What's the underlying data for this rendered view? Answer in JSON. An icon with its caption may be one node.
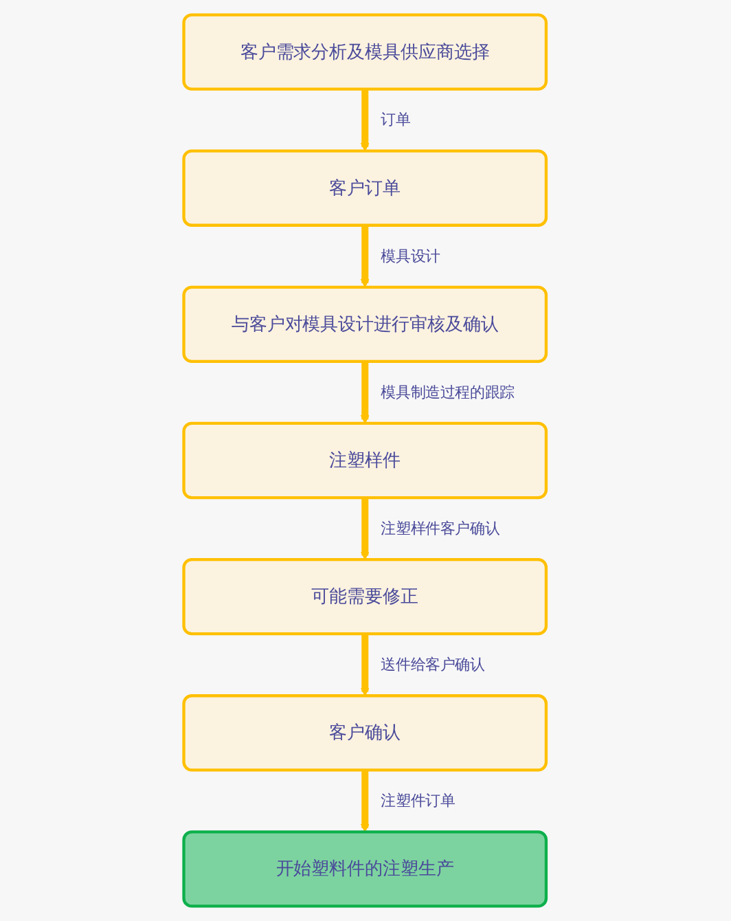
{
  "diagram": {
    "nodes": [
      {
        "text": [
          "客户需求分析及模具供应商选择"
        ]
      },
      {
        "text": [
          "客户订单"
        ]
      },
      {
        "text": [
          "与客户对模具设计进行审核及确认"
        ]
      },
      {
        "text": [
          "注塑样件"
        ]
      },
      {
        "text": [
          "可能需要修正"
        ]
      },
      {
        "text": [
          "客户确认"
        ]
      },
      {
        "text": [
          "开始塑料件的注塑生产"
        ]
      }
    ],
    "edges": [
      {
        "from": 0,
        "to": 1,
        "arrow": "to",
        "label": "订单"
      },
      {
        "from": 1,
        "to": 2,
        "arrow": "to",
        "label": "模具设计"
      },
      {
        "from": 2,
        "to": 3,
        "arrow": "to",
        "label": "模具制造过程的跟踪"
      },
      {
        "from": 3,
        "to": 4,
        "arrow": "to",
        "label": "注塑样件客户确认"
      },
      {
        "from": 4,
        "to": 5,
        "arrow": "to",
        "label": "送件给客户确认"
      },
      {
        "from": 5,
        "to": 6,
        "arrow": "to",
        "label": "注塑件订单"
      }
    ]
  }
}
